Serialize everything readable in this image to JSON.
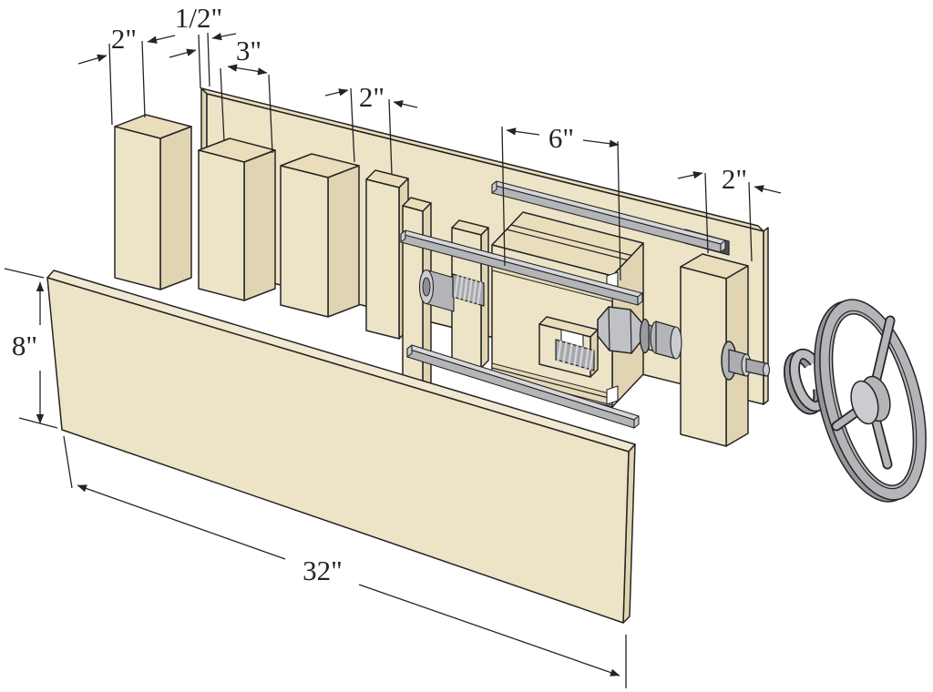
{
  "figure": {
    "type": "exploded-assembly-diagram",
    "subject": "bench vise exploded view with dimensioned wood parts, steel rails, vise screw and handwheel"
  },
  "dimensions": {
    "front_block_width": {
      "label": "2\""
    },
    "back_board_thickness": {
      "label": "1/2\""
    },
    "spacer_block_width": {
      "label": "3\""
    },
    "third_block_width": {
      "label": "2\""
    },
    "jaw_block_width": {
      "label": "6\""
    },
    "end_block_width": {
      "label": "2\""
    },
    "front_board_height": {
      "label": "8\""
    },
    "front_board_length": {
      "label": "32\""
    }
  },
  "parts": [
    "front-board",
    "back-board",
    "upright-block-1",
    "upright-block-2",
    "upright-block-3",
    "upright-block-4",
    "guide-strip-left",
    "guide-strip-right",
    "jaw-block",
    "end-block",
    "steel-rail-top",
    "steel-rail-middle",
    "steel-rail-bottom",
    "screw-collar",
    "threaded-rod",
    "hex-nut",
    "washer",
    "bushing",
    "shaft-bushing",
    "retaining-clip",
    "handwheel"
  ],
  "colors": {
    "wood_front": "#EDE3C6",
    "wood_top": "#E9DDBC",
    "wood_side": "#E1D4B2",
    "wood_band": "#E4D8B9",
    "metal": "#B4B5B9",
    "metal_light": "#CBCCD0",
    "metal_dark": "#95969A",
    "steel_top": "#D7D8DA",
    "thread_light": "#D4D5D7",
    "outline": "#242424",
    "slot_dark": "#4E4F51"
  }
}
